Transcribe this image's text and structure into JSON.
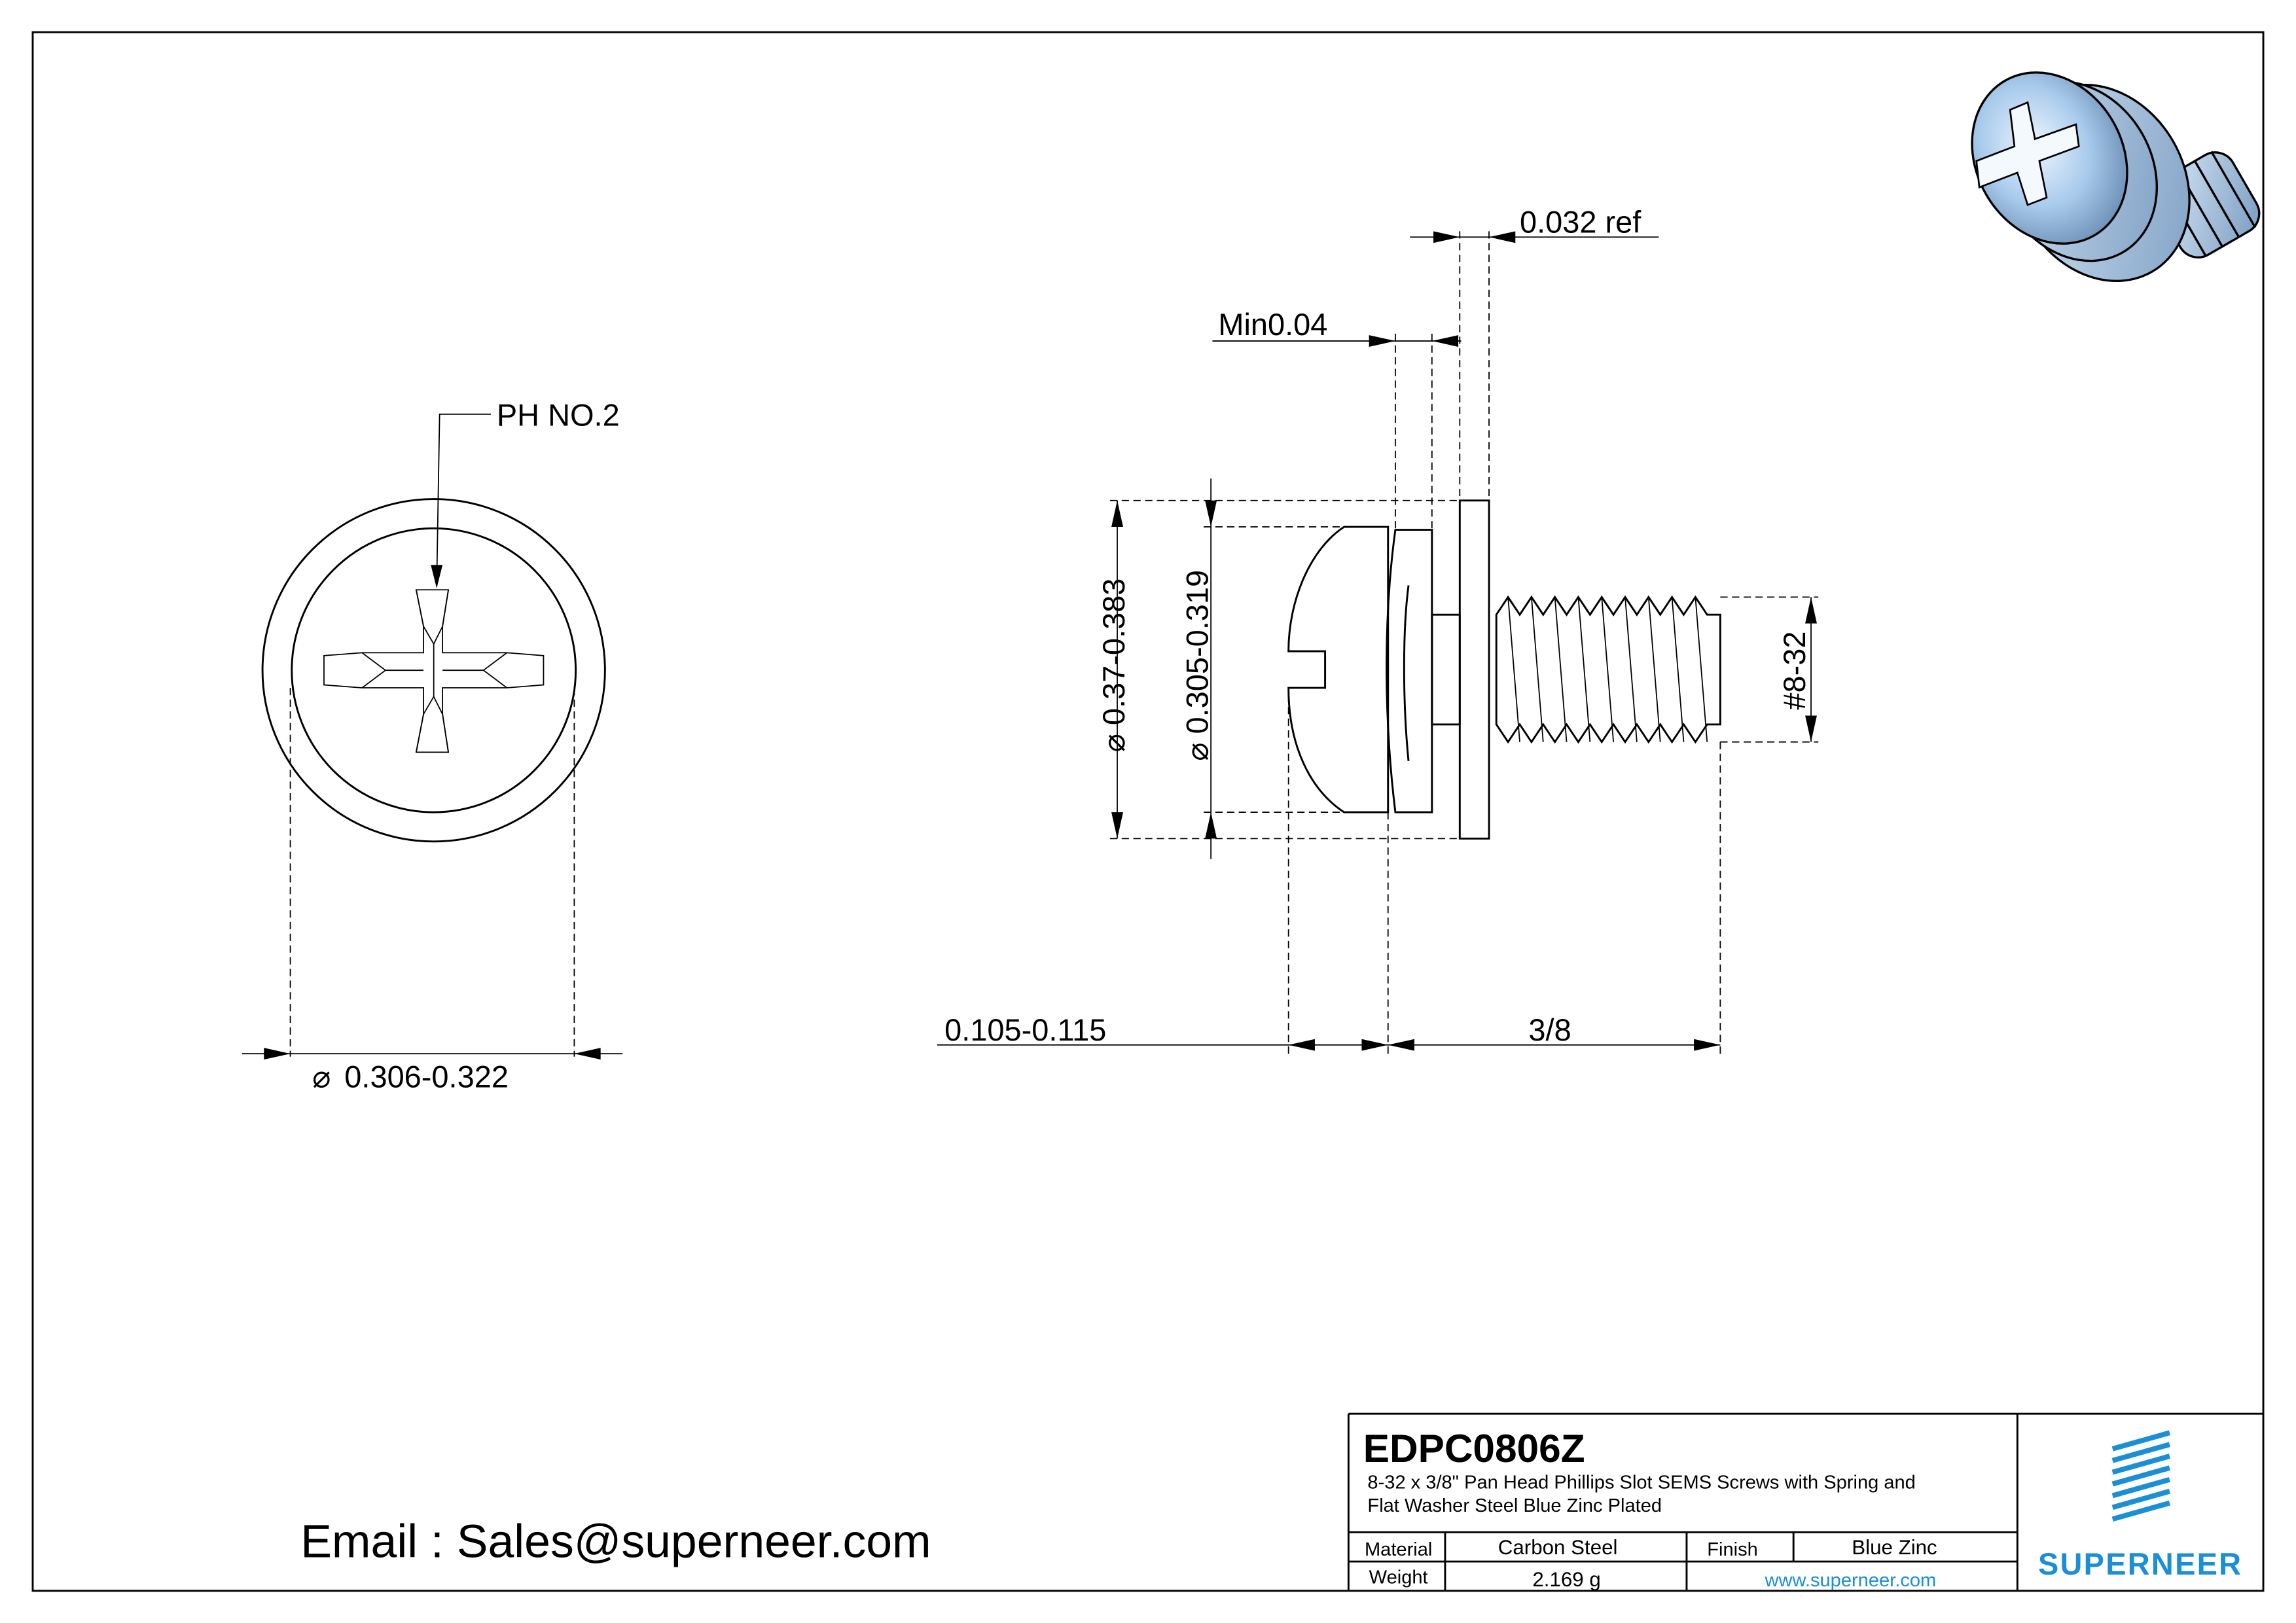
{
  "drawing": {
    "front_view": {
      "drive_callout": "PH NO.2",
      "head_diameter": "0.306-0.322",
      "diameter_symbol": "⌀"
    },
    "side_view": {
      "washer_diameter": "0.37-0.383",
      "head_diameter": "0.305-0.319",
      "thread_size": "#8-32",
      "head_height": "0.105-0.115",
      "length": "3/8",
      "spring_washer_thickness": "Min0.04",
      "flat_washer_thickness": "0.032 ref"
    },
    "render_colors": {
      "zinc_light": "#dcecf8",
      "zinc_mid": "#9cc3e6",
      "zinc_dark": "#5d7fa6"
    }
  },
  "contact": {
    "email": "Email : Sales@superneer.com"
  },
  "title_block": {
    "part_number": "EDPC0806Z",
    "description_line1": "8-32 x 3/8\" Pan Head Phillips Slot SEMS Screws with Spring and",
    "description_line2": "Flat Washer Steel Blue Zinc Plated",
    "material_label": "Material",
    "material_value": "Carbon Steel",
    "finish_label": "Finish",
    "finish_value": "Blue Zinc",
    "weight_label": "Weight",
    "weight_value": "2.169 g",
    "website": "www.superneer.com",
    "brand": "SUPERNEER",
    "brand_color": "#1a8fd6"
  }
}
